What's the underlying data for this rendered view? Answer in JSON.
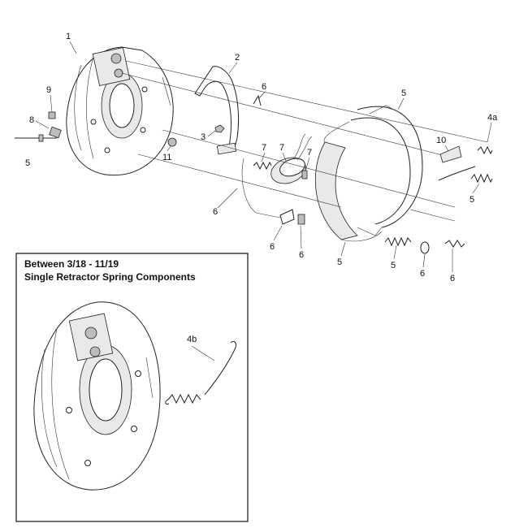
{
  "callouts": {
    "c1": "1",
    "c2": "2",
    "c3": "3",
    "c4a": "4a",
    "c4b": "4b",
    "c5_left": "5",
    "c5_shoe_top": "5",
    "c5_shoe_bottom": "5",
    "c5_spring_mid": "5",
    "c5_spring_right": "5",
    "c6_top": "6",
    "c6_cable": "6",
    "c6_lever_a": "6",
    "c6_lever_b": "6",
    "c6_cup": "6",
    "c6_spring": "6",
    "c7_left": "7",
    "c7_mid": "7",
    "c7_right": "7",
    "c8": "8",
    "c9": "9",
    "c10": "10",
    "c11": "11"
  },
  "inset": {
    "title_line1": "Between 3/18 - 11/19",
    "title_line2": "Single Retractor Spring Components"
  }
}
